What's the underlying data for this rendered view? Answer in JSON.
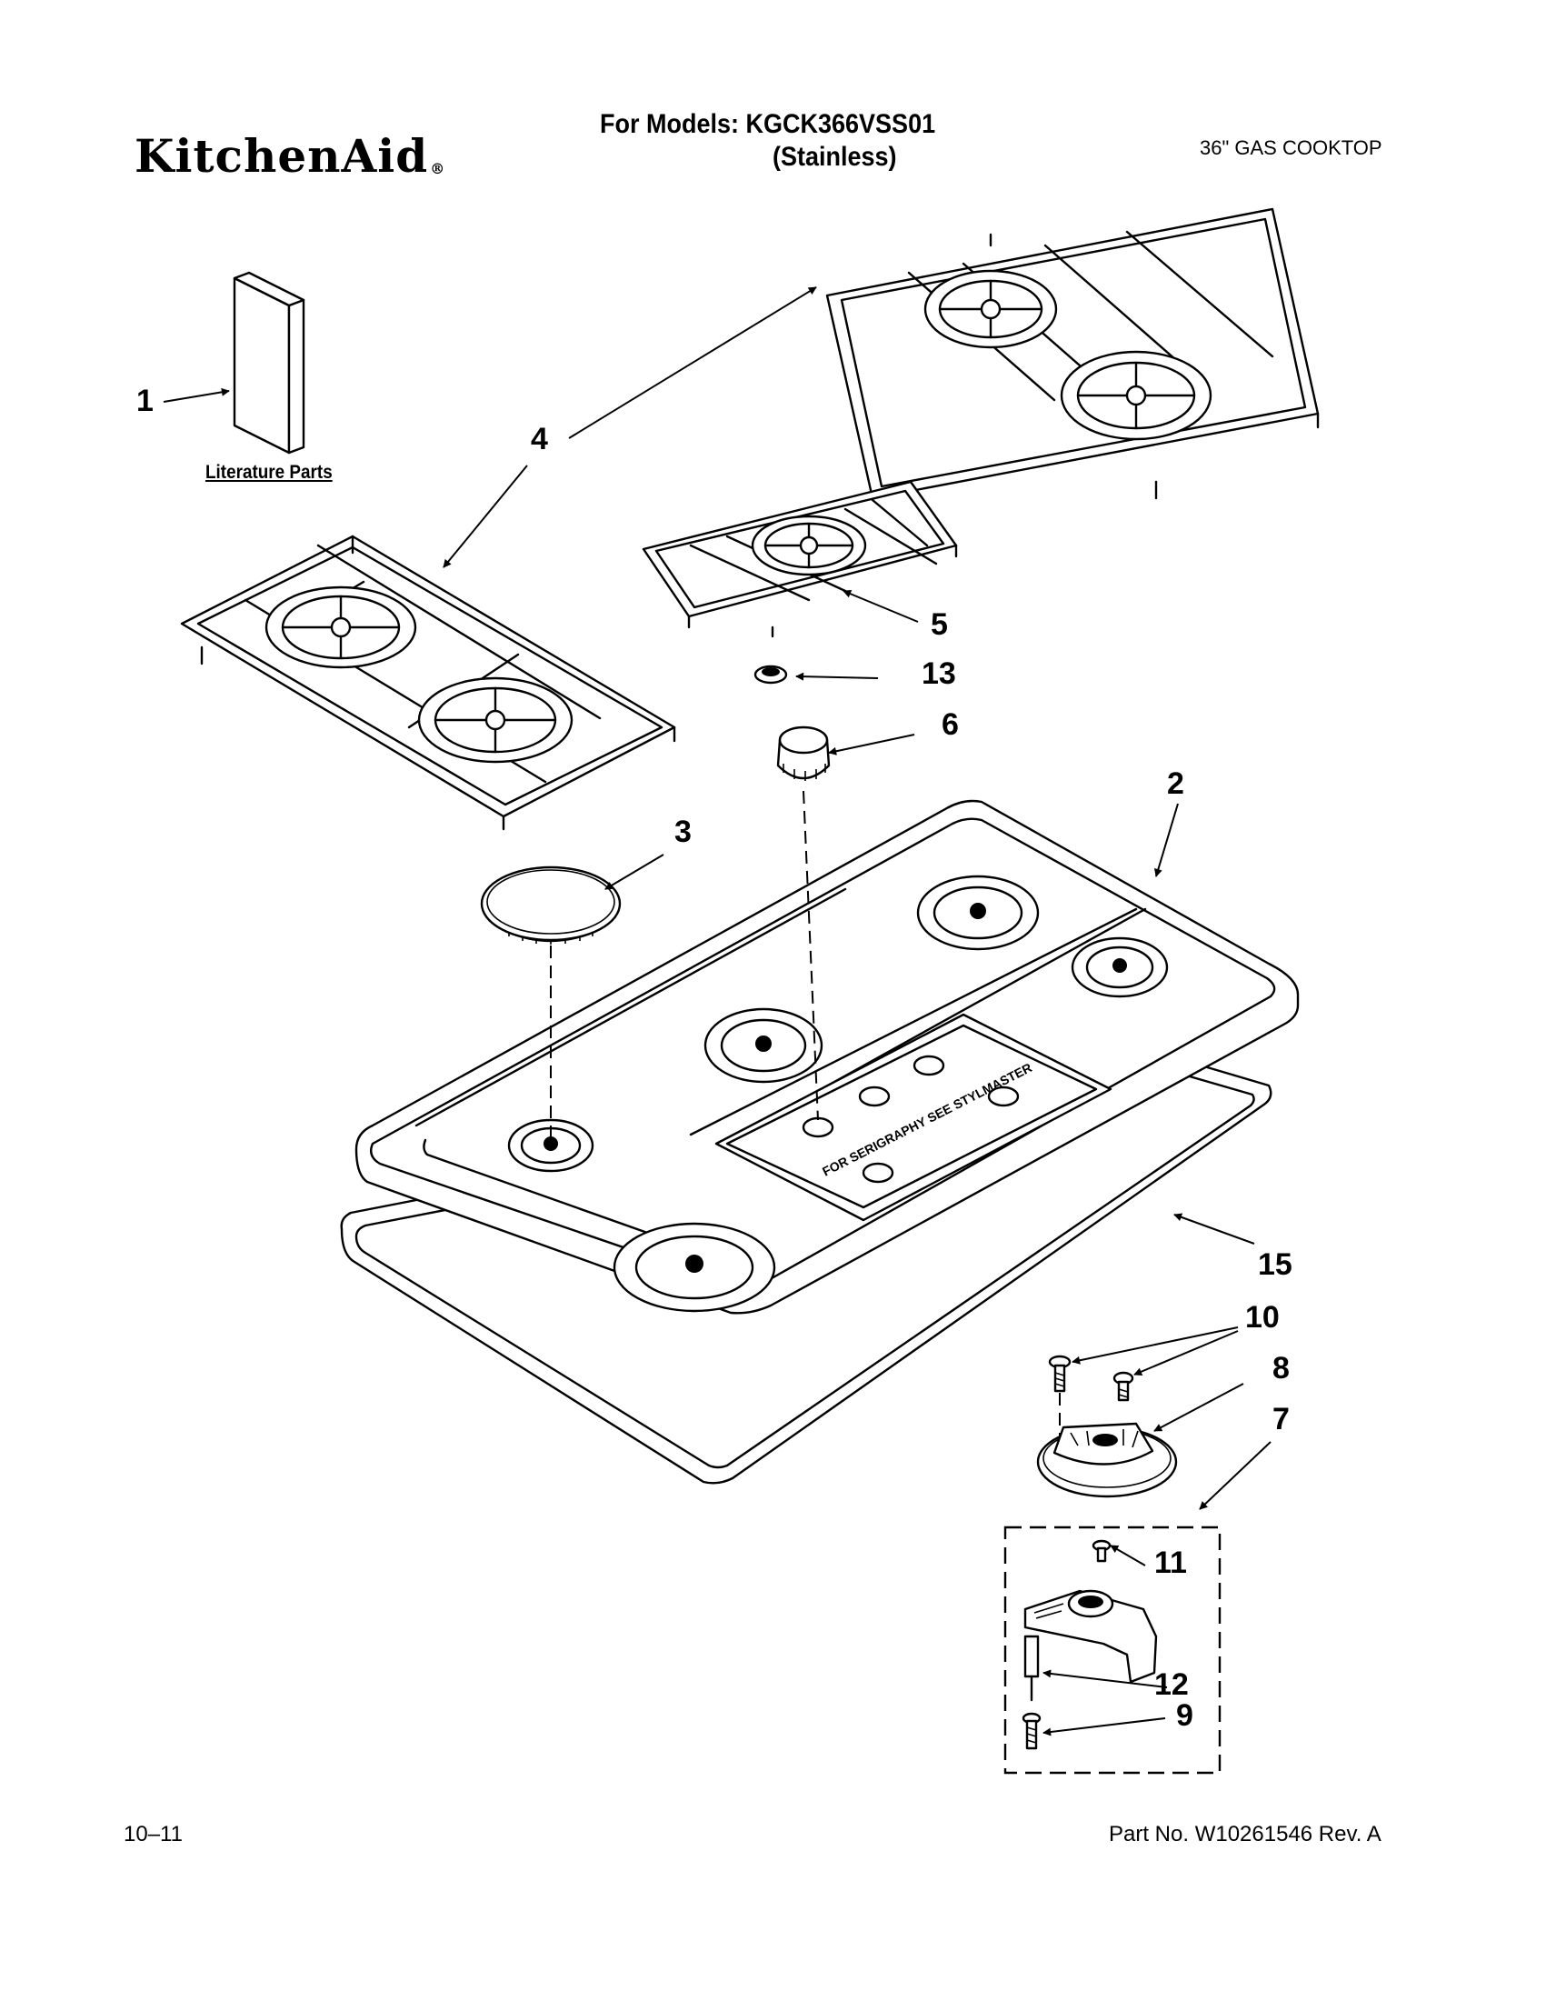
{
  "header": {
    "brand": "KitchenAid",
    "registered": "®",
    "models_line": "For Models: KGCK366VSS01",
    "finish": "(Stainless)",
    "category": "36\" GAS COOKTOP"
  },
  "literature_label": "Literature Parts",
  "cooktop_text": "FOR SERIGRAPHY SEE STYLMASTER",
  "callouts": [
    {
      "id": "1",
      "label": "1"
    },
    {
      "id": "2",
      "label": "2"
    },
    {
      "id": "3",
      "label": "3"
    },
    {
      "id": "4",
      "label": "4"
    },
    {
      "id": "5",
      "label": "5"
    },
    {
      "id": "6",
      "label": "6"
    },
    {
      "id": "7",
      "label": "7"
    },
    {
      "id": "8",
      "label": "8"
    },
    {
      "id": "9",
      "label": "9"
    },
    {
      "id": "10",
      "label": "10"
    },
    {
      "id": "11",
      "label": "11"
    },
    {
      "id": "12",
      "label": "12"
    },
    {
      "id": "13",
      "label": "13"
    },
    {
      "id": "15",
      "label": "15"
    }
  ],
  "footer": {
    "date": "10–11",
    "part_number": "Part No. W10261546 Rev. A"
  }
}
